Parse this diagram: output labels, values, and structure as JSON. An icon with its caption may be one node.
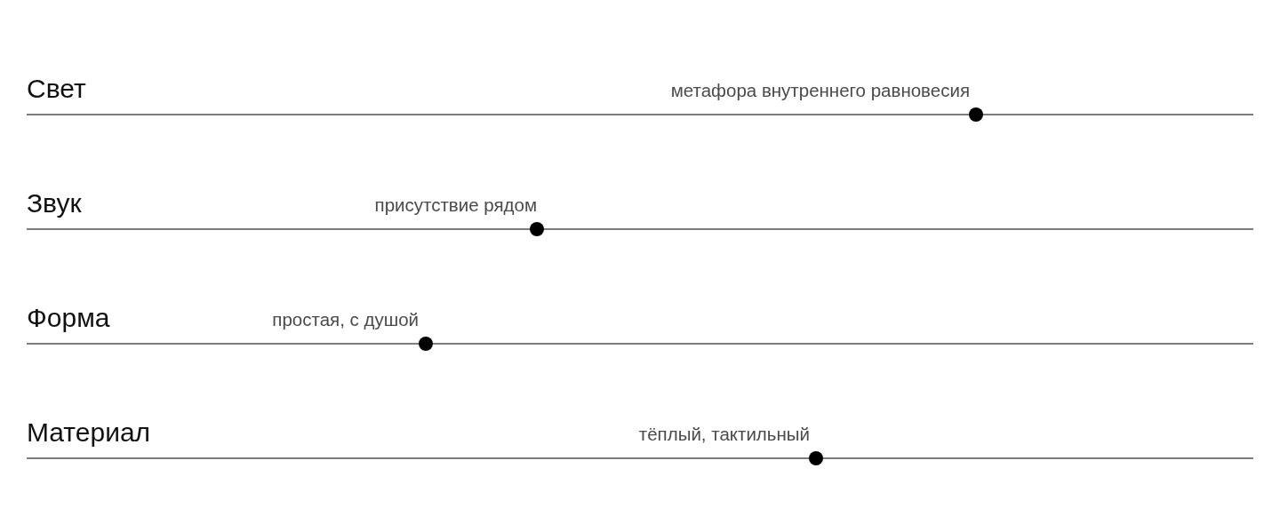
{
  "diagram": {
    "labels": [
      "Свет",
      "метафора внутреннего равновесия",
      "Звук",
      "присутствие рядом",
      "Форма",
      "простая, с душой",
      "Материал",
      "тёплый, тактильный"
    ]
  }
}
